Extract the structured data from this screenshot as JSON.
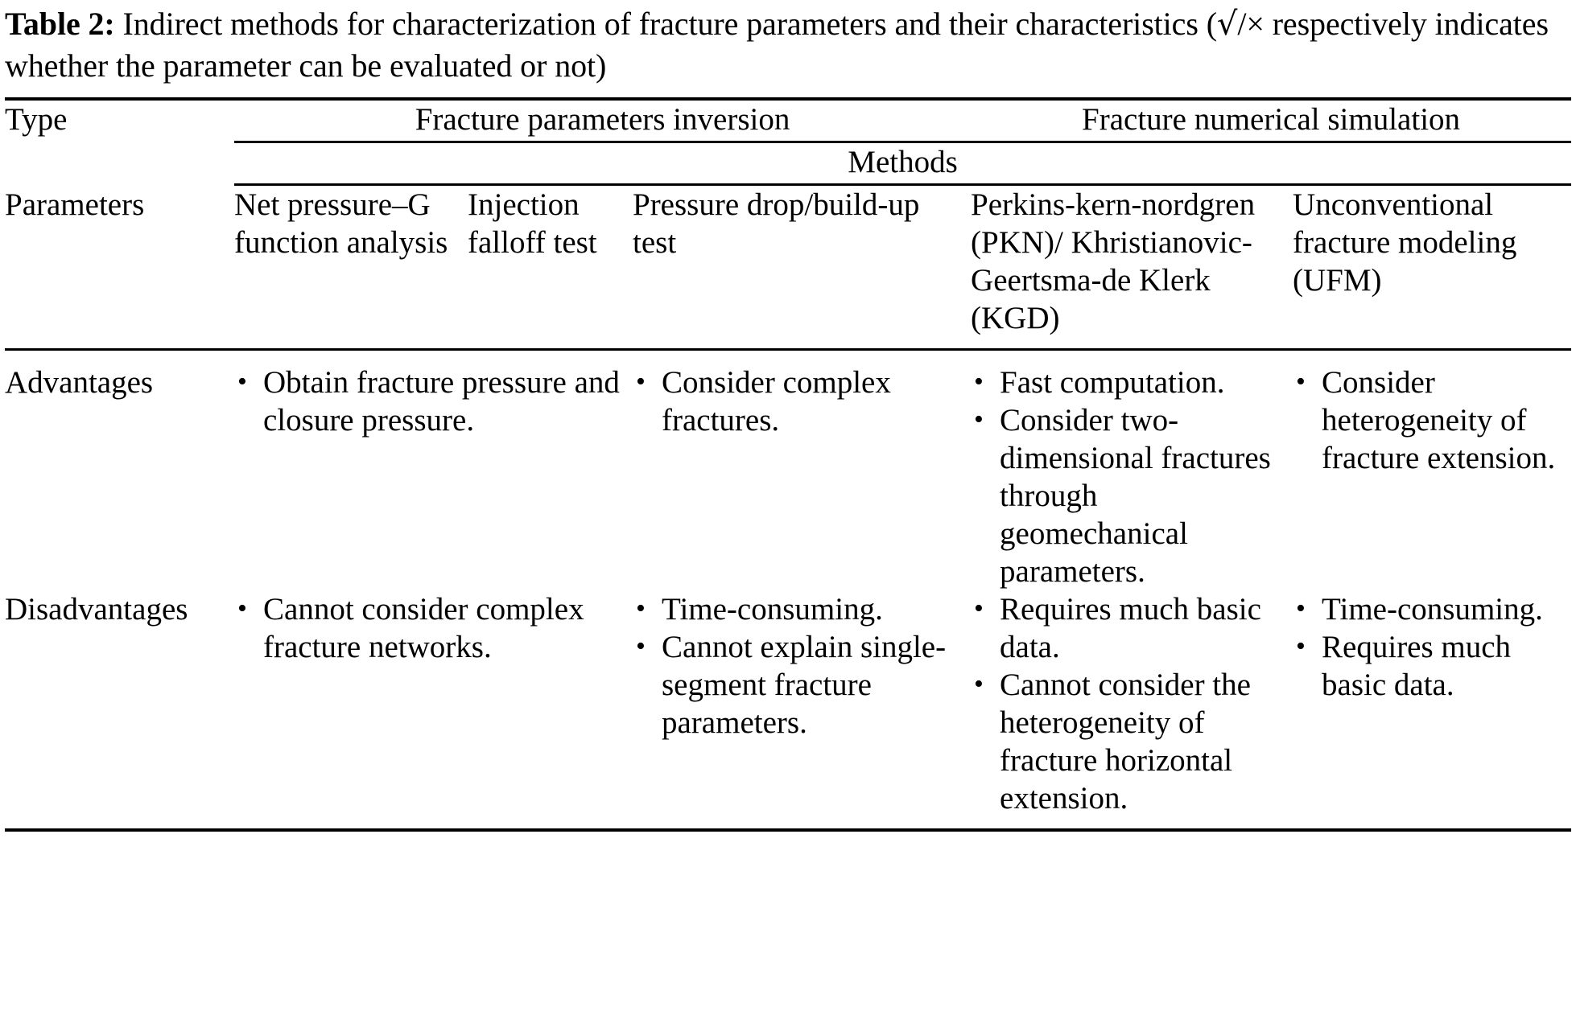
{
  "caption": {
    "label": "Table 2:",
    "text_before_symbols": " Indirect methods for characterization of fracture parameters and their characteristics (",
    "check_symbol": "√",
    "separator": "/",
    "cross_symbol": "×",
    "text_after_symbols": " respectively indicates whether the parameter can be evaluated or not)"
  },
  "table": {
    "row_labels": {
      "type": "Type",
      "parameters": "Parameters",
      "advantages": "Advantages",
      "disadvantages": "Disadvantages"
    },
    "group_headers": [
      {
        "label": "Fracture parameters inversion"
      },
      {
        "label": "Fracture numerical simulation"
      }
    ],
    "methods_label": "Methods",
    "column_headers": [
      "Net pressure–G function analysis",
      "Injection falloff test",
      "Pressure drop/build-up test",
      "Perkins-kern-nordgren (PKN)/ Khristianovic-Geertsma-de Klerk (KGD)",
      "Unconventional fracture modeling (UFM)"
    ],
    "advantages": [
      [
        "Obtain fracture pressure and closure pressure."
      ],
      [],
      [
        "Consider complex fractures."
      ],
      [
        "Fast computation.",
        "Consider two-dimensional fractures through geomechanical parameters."
      ],
      [
        "Consider heterogeneity of fracture extension."
      ]
    ],
    "disadvantages": [
      [
        "Cannot consider complex fracture networks."
      ],
      [],
      [
        "Time-consuming.",
        "Cannot explain single-segment fracture parameters."
      ],
      [
        "Requires much basic data.",
        "Cannot consider the heterogeneity of fracture horizontal extension."
      ],
      [
        "Time-consuming.",
        "Requires much basic data."
      ]
    ]
  }
}
